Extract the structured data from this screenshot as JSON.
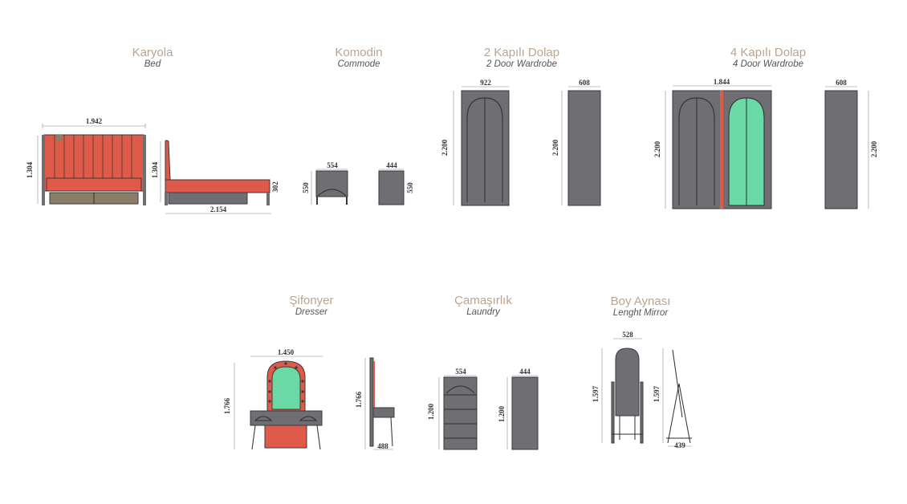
{
  "products": {
    "bed": {
      "tr": "Karyola",
      "en": "Bed",
      "dims": {
        "width": "1.942",
        "height_front": "1.304",
        "height_side": "1.304",
        "side_low": "302",
        "length": "2.154"
      }
    },
    "commode": {
      "tr": "Komodin",
      "en": "Commode",
      "dims": {
        "width": "554",
        "height": "550",
        "depth": "444",
        "depth_height": "550"
      }
    },
    "wardrobe2": {
      "tr": "2 Kapılı Dolap",
      "en": "2 Door Wardrobe",
      "dims": {
        "width": "922",
        "height": "2.200",
        "depth": "608",
        "side_height": "2.200"
      }
    },
    "wardrobe4": {
      "tr": "4 Kapılı Dolap",
      "en": "4 Door Wardrobe",
      "dims": {
        "width": "1.844",
        "height": "2.200",
        "depth": "608",
        "side_height": "2.200"
      }
    },
    "dresser": {
      "tr": "Şifonyer",
      "en": "Dresser",
      "dims": {
        "width": "1.450",
        "height": "1.766",
        "side_height": "1.766",
        "depth": "488"
      }
    },
    "laundry": {
      "tr": "Çamaşırlık",
      "en": "Laundry",
      "dims": {
        "width": "554",
        "height": "1.200",
        "depth": "444",
        "side_height": "1.200"
      }
    },
    "mirror": {
      "tr": "Boy Aynası",
      "en": "Lenght Mirror",
      "dims": {
        "width": "528",
        "height": "1.597",
        "side_height": "1.597",
        "depth": "439"
      }
    }
  },
  "colors": {
    "body": "#6e6e73",
    "red": "#e05a4a",
    "green": "#6ad9a6",
    "drawer": "#8a7f66",
    "title": "#b9a48f"
  }
}
